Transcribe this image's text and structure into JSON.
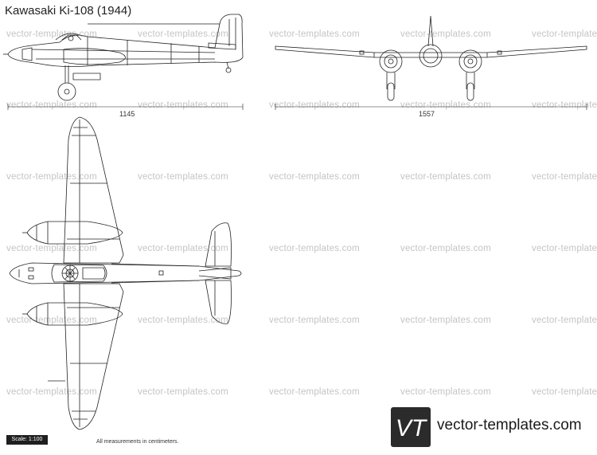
{
  "title": "Kawasaki Ki-108 (1944)",
  "watermark_text": "vector-templates.com",
  "dimensions": {
    "length": "1145",
    "span": "1557"
  },
  "scale": "Scale: 1:100",
  "measurement_note": "All measurements in centimeters.",
  "brand": {
    "url": "vector-templates.com",
    "logo_letters": "VT"
  }
}
